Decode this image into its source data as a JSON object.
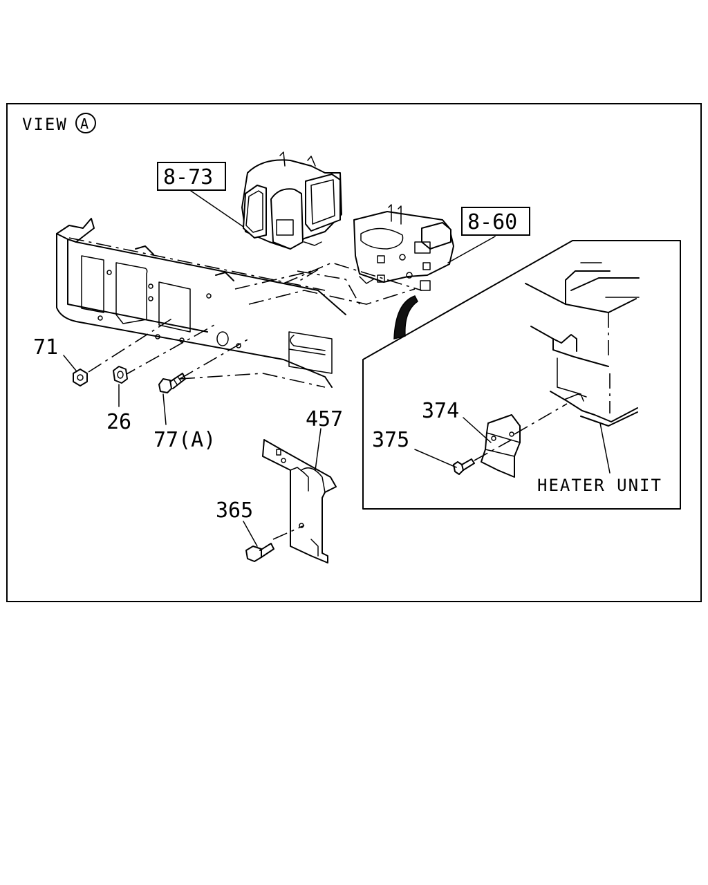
{
  "view_title": "VIEW",
  "view_symbol": "A",
  "callouts": {
    "assy_8_73": "8-73",
    "assy_8_60": "8-60",
    "part_71": "71",
    "part_26": "26",
    "part_77a": "77(A)",
    "part_457": "457",
    "part_365": "365",
    "part_374": "374",
    "part_375": "375"
  },
  "detail_caption": "HEATER UNIT"
}
